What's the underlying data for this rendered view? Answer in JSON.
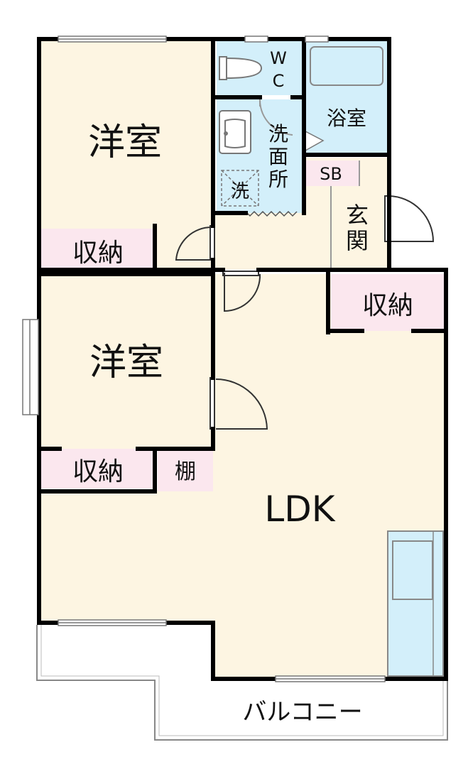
{
  "colors": {
    "room": "#fdf5e2",
    "storage": "#fbe7ee",
    "wet": "#d3effa",
    "wall": "#000000",
    "outline": "#888888"
  },
  "rooms": {
    "western_room_1": "洋室",
    "western_room_2": "洋室",
    "storage_1": "収納",
    "storage_2": "収納",
    "storage_3": "収納",
    "shelf": "棚",
    "wc_w": "W",
    "wc_c": "C",
    "bath": "浴室",
    "washroom": [
      "洗",
      "面",
      "所"
    ],
    "washer": "洗",
    "shoe_box": "SB",
    "entrance": [
      "玄",
      "関"
    ],
    "ldk": "LDK",
    "balcony": "バルコニー"
  },
  "icons": {
    "toilet": "toilet-icon",
    "bathtub": "bathtub-icon",
    "sink": "sink-icon",
    "kitchen": "kitchen-counter-icon"
  }
}
